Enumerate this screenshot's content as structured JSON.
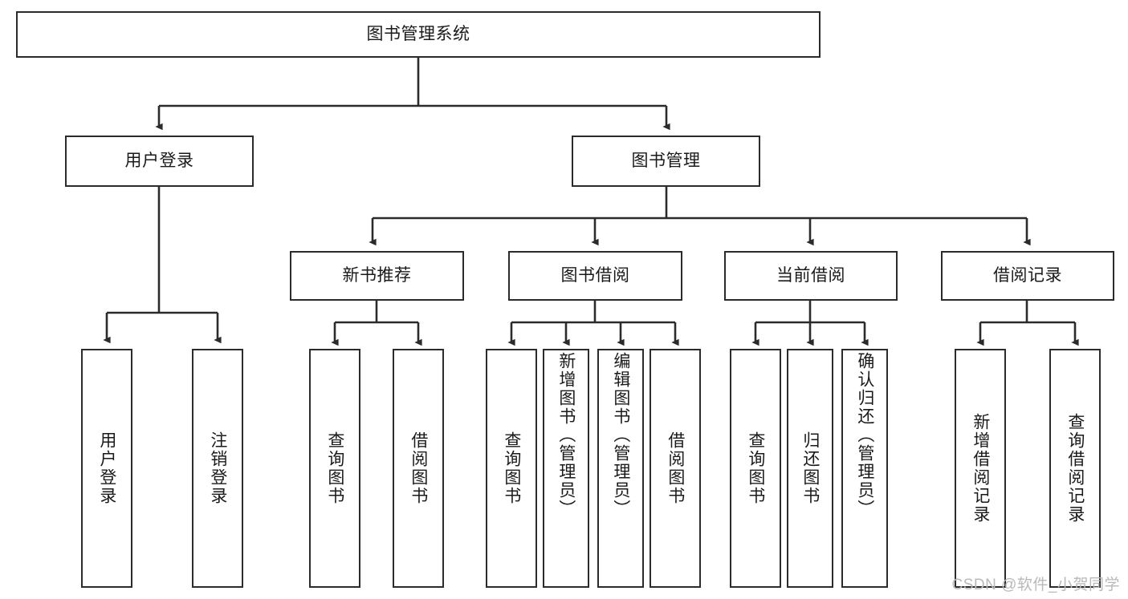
{
  "diagram": {
    "title": "图书管理系统",
    "type": "tree-hierarchy-chart",
    "stroke_color": "#2b2b2b",
    "fill_color": "#ffffff",
    "text_color": "#1a1a1a"
  },
  "root": {
    "label": "图书管理系统"
  },
  "level2": [
    {
      "label": "用户登录"
    },
    {
      "label": "图书管理"
    }
  ],
  "level3": [
    {
      "label": "新书推荐"
    },
    {
      "label": "图书借阅"
    },
    {
      "label": "当前借阅"
    },
    {
      "label": "借阅记录"
    }
  ],
  "leaves": [
    {
      "label": "用户登录"
    },
    {
      "label": "注销登录"
    },
    {
      "label": "查询图书"
    },
    {
      "label": "借阅图书"
    },
    {
      "label": "查询图书"
    },
    {
      "label": "新增图书（管理员）"
    },
    {
      "label": "编辑图书（管理员）"
    },
    {
      "label": "借阅图书"
    },
    {
      "label": "查询图书"
    },
    {
      "label": "归还图书"
    },
    {
      "label": "确认归还（管理员）"
    },
    {
      "label": "新增借阅记录"
    },
    {
      "label": "查询借阅记录"
    }
  ],
  "watermark": {
    "text": "CSDN @软件_小贺同学",
    "color": "#b9b9b9"
  }
}
